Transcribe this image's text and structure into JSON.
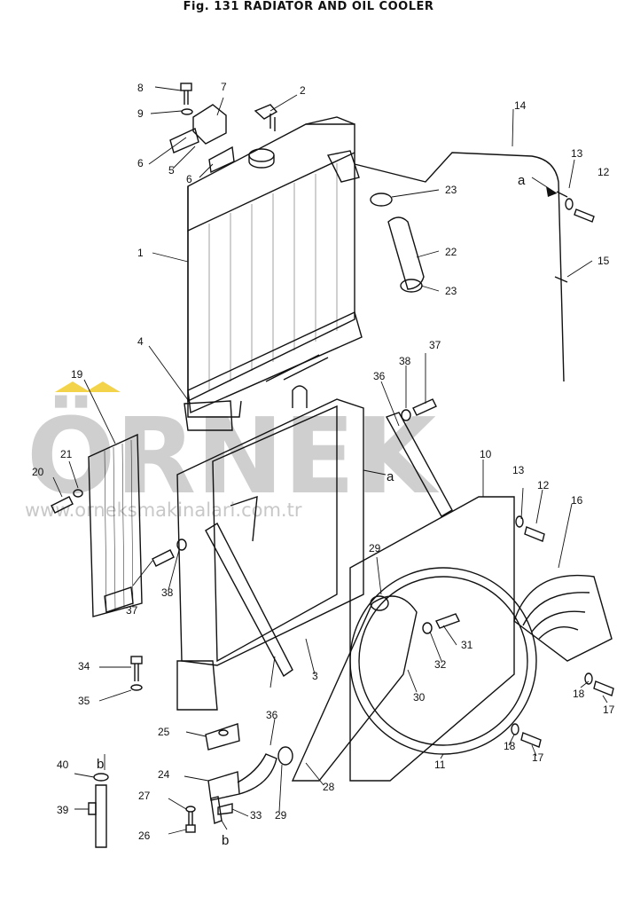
{
  "figure": {
    "title": "Fig. 131   RADIATOR AND OIL COOLER"
  },
  "watermark": {
    "brand": "ÖRNEK",
    "url": "www.orneksmakinalari.com.tr"
  },
  "callouts": [
    "1",
    "2",
    "3",
    "4",
    "5",
    "6",
    "6",
    "7",
    "8",
    "9",
    "10",
    "11",
    "12",
    "12",
    "13",
    "13",
    "14",
    "15",
    "16",
    "17",
    "17",
    "18",
    "18",
    "19",
    "20",
    "21",
    "22",
    "23",
    "23",
    "24",
    "25",
    "26",
    "27",
    "28",
    "29",
    "29",
    "30",
    "31",
    "32",
    "33",
    "34",
    "35",
    "36",
    "36",
    "37",
    "37",
    "38",
    "38",
    "39",
    "40"
  ],
  "reference_letters": [
    "a",
    "a",
    "b",
    "b"
  ],
  "colors": {
    "line": "#111111",
    "watermark": "#cfcfcf",
    "watermark_accent": "#f2d34a"
  }
}
